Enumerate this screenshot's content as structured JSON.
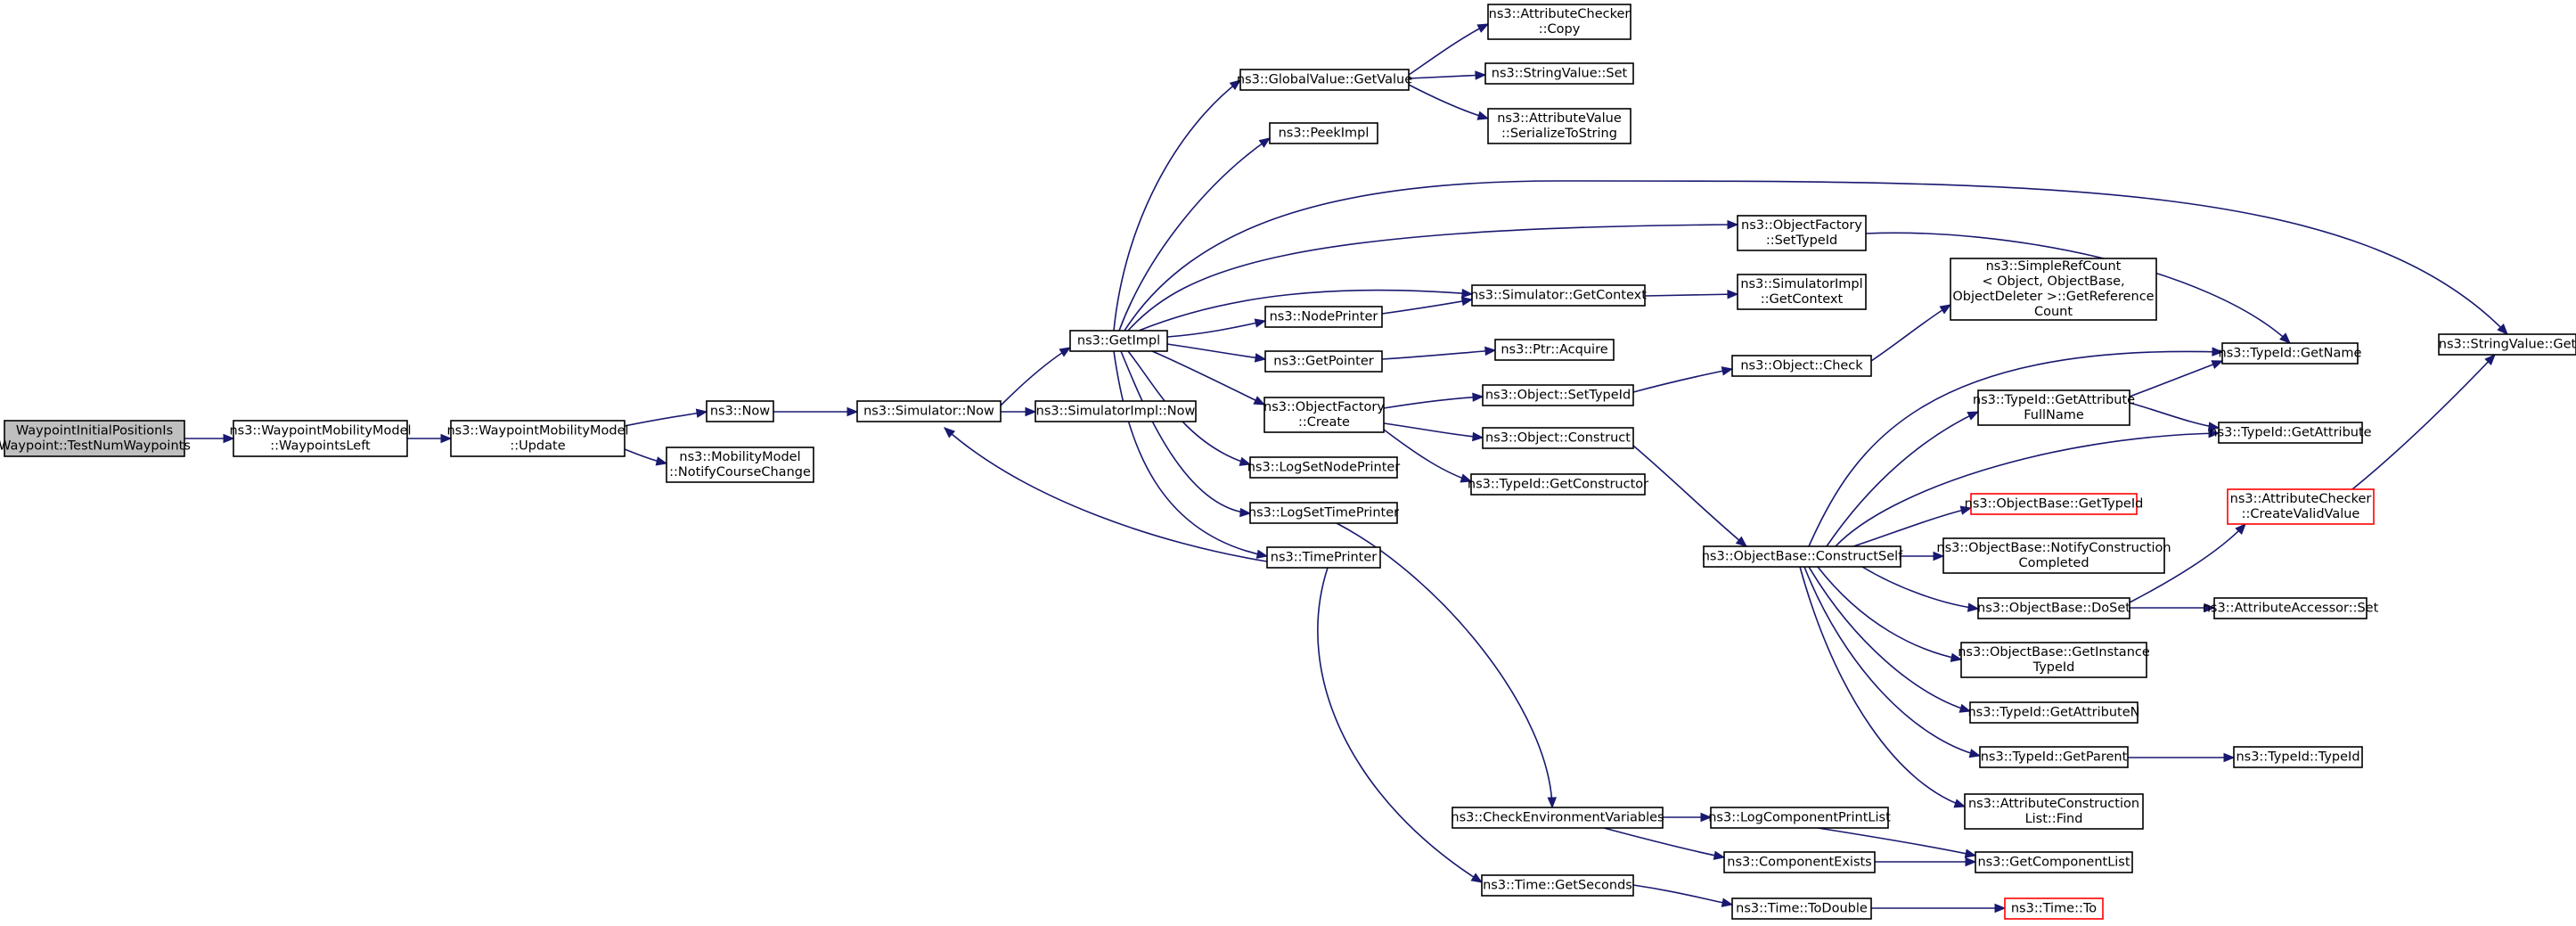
{
  "colors": {
    "edge": "#191970",
    "root_fill": "#bfbfbf",
    "border": "#000000",
    "incomplete_border": "#ff0000"
  },
  "nodes": {
    "root": [
      "WaypointInitialPositionIs",
      "Waypoint::TestNumWaypoints"
    ],
    "waypointsleft": [
      "ns3::WaypointMobilityModel",
      "::WaypointsLeft"
    ],
    "update": [
      "ns3::WaypointMobilityModel",
      "::Update"
    ],
    "now": [
      "ns3::Now"
    ],
    "notifycourse": [
      "ns3::MobilityModel",
      "::NotifyCourseChange"
    ],
    "simnow": [
      "ns3::Simulator::Now"
    ],
    "simimplnow": [
      "ns3::SimulatorImpl::Now"
    ],
    "getimpl": [
      "ns3::GetImpl"
    ],
    "gvgetvalue": [
      "ns3::GlobalValue::GetValue"
    ],
    "accopy": [
      "ns3::AttributeChecker",
      "::Copy"
    ],
    "svset": [
      "ns3::StringValue::Set"
    ],
    "avserialize": [
      "ns3::AttributeValue",
      "::SerializeToString"
    ],
    "peekimpl": [
      "ns3::PeekImpl"
    ],
    "ofsettypeid": [
      "ns3::ObjectFactory",
      "::SetTypeId"
    ],
    "simgetcontext": [
      "ns3::Simulator::GetContext"
    ],
    "simimplgetcontext": [
      "ns3::SimulatorImpl",
      "::GetContext"
    ],
    "nodeprinter": [
      "ns3::NodePrinter"
    ],
    "getpointer": [
      "ns3::GetPointer"
    ],
    "ptracquire": [
      "ns3::Ptr::Acquire"
    ],
    "ofcreate": [
      "ns3::ObjectFactory",
      "::Create"
    ],
    "objsettypeid": [
      "ns3::Object::SetTypeId"
    ],
    "objcheck": [
      "ns3::Object::Check"
    ],
    "srcount": [
      "ns3::SimpleRefCount",
      "< Object, ObjectBase,",
      "ObjectDeleter >::GetReference",
      "Count"
    ],
    "objconstruct": [
      "ns3::Object::Construct"
    ],
    "getconstructor": [
      "ns3::TypeId::GetConstructor"
    ],
    "logsetnodeprinter": [
      "ns3::LogSetNodePrinter"
    ],
    "logsettimeprinter": [
      "ns3::LogSetTimePrinter"
    ],
    "timeprinter": [
      "ns3::TimePrinter"
    ],
    "constructself": [
      "ns3::ObjectBase::ConstructSelf"
    ],
    "tidgetname": [
      "ns3::TypeId::GetName"
    ],
    "tidgetattrfull": [
      "ns3::TypeId::GetAttribute",
      "FullName"
    ],
    "tidgetattr": [
      "ns3::TypeId::GetAttribute"
    ],
    "obgettypeid": [
      "ns3::ObjectBase::GetTypeId"
    ],
    "obnotify": [
      "ns3::ObjectBase::NotifyConstruction",
      "Completed"
    ],
    "obdoset": [
      "ns3::ObjectBase::DoSet"
    ],
    "accreate": [
      "ns3::AttributeChecker",
      "::CreateValidValue"
    ],
    "svget": [
      "ns3::StringValue::Get"
    ],
    "aaset": [
      "ns3::AttributeAccessor::Set"
    ],
    "obgetinstance": [
      "ns3::ObjectBase::GetInstance",
      "TypeId"
    ],
    "tidgetattrn": [
      "ns3::TypeId::GetAttributeN"
    ],
    "tidgetparent": [
      "ns3::TypeId::GetParent"
    ],
    "tidtypeid": [
      "ns3::TypeId::TypeId"
    ],
    "aclfind": [
      "ns3::AttributeConstruction",
      "List::Find"
    ],
    "checkenv": [
      "ns3::CheckEnvironmentVariables"
    ],
    "logcomplist": [
      "ns3::LogComponentPrintList"
    ],
    "compexists": [
      "ns3::ComponentExists"
    ],
    "getcomplist": [
      "ns3::GetComponentList"
    ],
    "timegetseconds": [
      "ns3::Time::GetSeconds"
    ],
    "timetodouble": [
      "ns3::Time::ToDouble"
    ],
    "timeto": [
      "ns3::Time::To"
    ]
  }
}
